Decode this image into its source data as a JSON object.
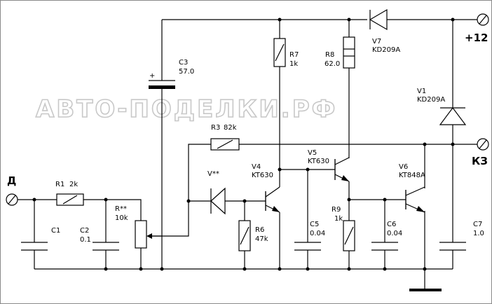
{
  "watermark": "АВТО-ПОДЕЛКИ.РФ",
  "terminals": {
    "input": "Д",
    "plus": "+12",
    "short": "КЗ"
  },
  "components": {
    "r1": {
      "name": "R1",
      "value": "2k"
    },
    "r_star": {
      "name": "R**",
      "value": "10k"
    },
    "r3": {
      "name": "R3",
      "value": "82k"
    },
    "r6": {
      "name": "R6",
      "value": "47k"
    },
    "r7": {
      "name": "R7",
      "value": "1k"
    },
    "r8": {
      "name": "R8",
      "value": "62.0"
    },
    "r9": {
      "name": "R9",
      "value": "1k"
    },
    "c1": {
      "name": "C1"
    },
    "c2": {
      "name": "C2",
      "value": "0.1"
    },
    "c3": {
      "name": "C3",
      "value": "57.0"
    },
    "c3_polarity": "+",
    "c5": {
      "name": "C5",
      "value": "0.04"
    },
    "c6": {
      "name": "C6",
      "value": "0.04"
    },
    "c7": {
      "name": "C7",
      "value": "1.0"
    },
    "v_star": {
      "name": "V**"
    },
    "v1": {
      "name": "V1",
      "value": "KD209A"
    },
    "v7": {
      "name": "V7",
      "value": "KD209A"
    },
    "v4": {
      "name": "V4",
      "value": "KT630"
    },
    "v5": {
      "name": "V5",
      "value": "KT630"
    },
    "v6": {
      "name": "V6",
      "value": "KT848A"
    }
  }
}
